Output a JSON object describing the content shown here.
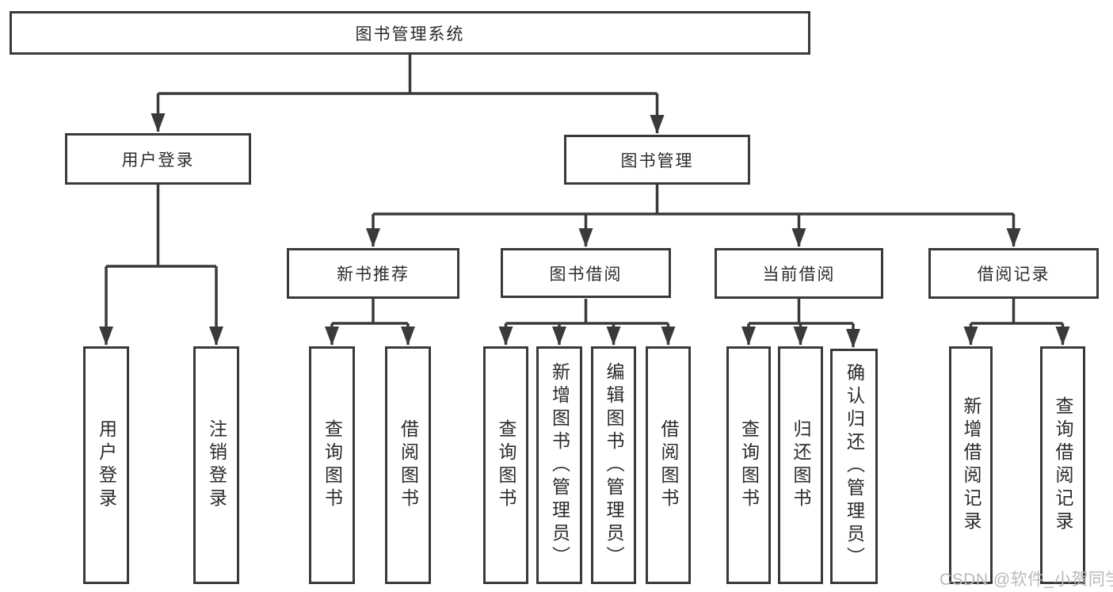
{
  "title": "图书管理系统",
  "nodes": {
    "user_login": {
      "label": "用户登录"
    },
    "book_mgmt": {
      "label": "图书管理"
    },
    "new_book_rec": {
      "label": "新书推荐"
    },
    "book_borrow": {
      "label": "图书借阅"
    },
    "current_borrow": {
      "label": "当前借阅"
    },
    "borrow_records": {
      "label": "借阅记录"
    },
    "leaf_user_login": {
      "label": "用户登录"
    },
    "leaf_logout": {
      "label": "注销登录"
    },
    "leaf_rec_query": {
      "label": "查询图书"
    },
    "leaf_rec_borrow": {
      "label": "借阅图书"
    },
    "leaf_bb_query": {
      "label": "查询图书"
    },
    "leaf_bb_add": {
      "label": "新增图书（管理员）"
    },
    "leaf_bb_edit": {
      "label": "编辑图书（管理员）"
    },
    "leaf_bb_borrow": {
      "label": "借阅图书"
    },
    "leaf_cb_query": {
      "label": "查询图书"
    },
    "leaf_cb_return": {
      "label": "归还图书"
    },
    "leaf_cb_confirm": {
      "label": "确认归还（管理员）"
    },
    "leaf_br_add": {
      "label": "新增借阅记录"
    },
    "leaf_br_query": {
      "label": "查询借阅记录"
    }
  },
  "watermark": "CSDN @软件_小贺同学",
  "colors": {
    "line": "#3a3a3a",
    "text": "#2b2b2b",
    "watermark": "#b9b9b9",
    "background": "#ffffff"
  }
}
